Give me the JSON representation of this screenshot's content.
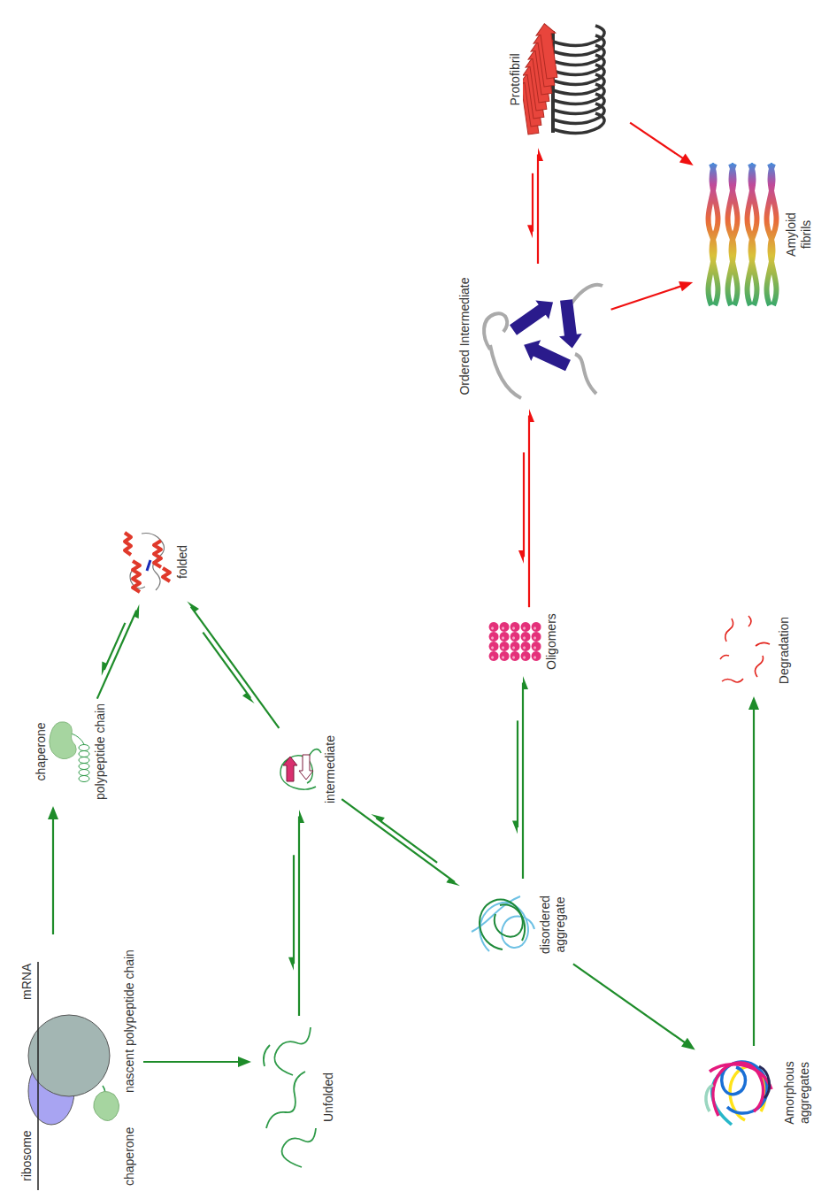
{
  "diagram": {
    "nodes": [
      {
        "text": [
          "ribosome",
          "mRNA",
          "nascent polypeptide chain",
          "chaperone"
        ]
      },
      {
        "text": [
          "chaperone",
          "polypeptide chain"
        ]
      },
      {
        "text": [
          "folded"
        ]
      },
      {
        "text": [
          "Unfolded"
        ]
      },
      {
        "text": [
          "intermediate"
        ]
      },
      {
        "text": [
          "disordered aggregate"
        ]
      },
      {
        "text": [
          "Amorphous aggregates"
        ]
      },
      {
        "text": [
          "Oligomers"
        ]
      },
      {
        "text": [
          "Degradation"
        ]
      },
      {
        "text": [
          "Ordered Intermediate"
        ]
      },
      {
        "text": [
          "Protofibril"
        ]
      },
      {
        "text": [
          "Amyloid fibrils"
        ]
      }
    ],
    "edges": [
      {
        "from": 0,
        "to": 1,
        "arrow": "to"
      },
      {
        "from": 0,
        "to": 3,
        "arrow": "to"
      },
      {
        "from": 1,
        "to": 2,
        "arrow": "both"
      },
      {
        "from": 4,
        "to": 2,
        "arrow": "both"
      },
      {
        "from": 3,
        "to": 4,
        "arrow": "both"
      },
      {
        "from": 4,
        "to": 5,
        "arrow": "both"
      },
      {
        "from": 5,
        "to": 6,
        "arrow": "to"
      },
      {
        "from": 5,
        "to": 7,
        "arrow": "both"
      },
      {
        "from": 6,
        "to": 8,
        "arrow": "to"
      },
      {
        "from": 7,
        "to": 9,
        "arrow": "both"
      },
      {
        "from": 9,
        "to": 10,
        "arrow": "both"
      },
      {
        "from": 9,
        "to": 11,
        "arrow": "to"
      },
      {
        "from": 10,
        "to": 11,
        "arrow": "to"
      }
    ]
  }
}
